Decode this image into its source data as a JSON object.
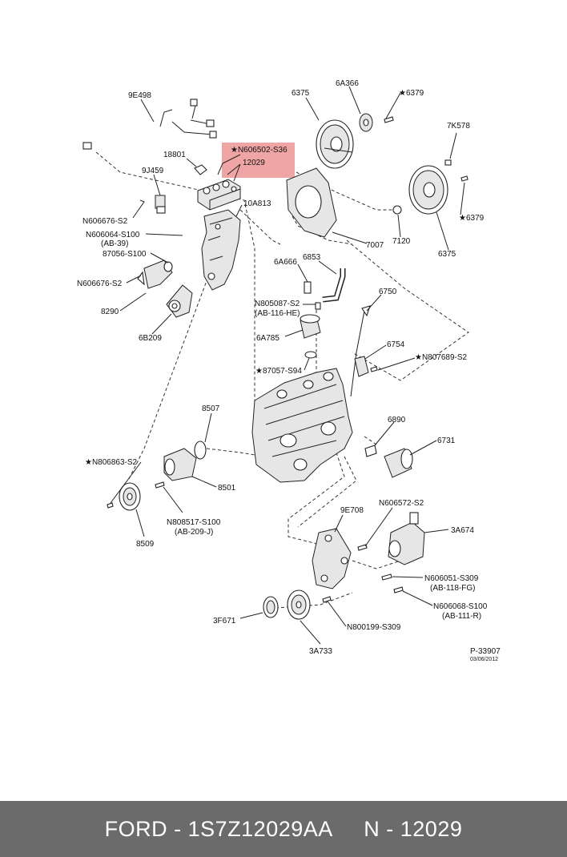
{
  "diagram": {
    "labels": {
      "p9E498": "9E498",
      "p18801": "18801",
      "p9J459": "9J459",
      "pN606676_S2_a": "N606676-S2",
      "pN606064": "N606064-S100",
      "pAB39": "(AB-39)",
      "p87056": "87056-S100",
      "pN606676_S2_b": "N606676-S2",
      "p8290": "8290",
      "p6B209": "6B209",
      "p10A813": "10A813",
      "pN606502": "★N606502-S36",
      "p12029": "12029",
      "p6375_a": "6375",
      "p6A366": "6A366",
      "p6379_a": "★6379",
      "p7K578": "7K578",
      "p6379_b": "★6379",
      "p7007": "7007",
      "p7120": "7120",
      "p6375_b": "6375",
      "p6A666": "6A666",
      "p6853": "6853",
      "pN805087": "N805087-S2",
      "pAB116": "(AB-116-HE)",
      "p6A785": "6A785",
      "p87057": "★87057-S94",
      "p6750": "6750",
      "p6754": "6754",
      "pN807689": "★N807689-S2",
      "p8507": "8507",
      "pN806863": "★N806863-S2",
      "p8501": "8501",
      "pN808517": "N808517-S100",
      "pAB209": "(AB-209-J)",
      "p8509": "8509",
      "p6890": "6890",
      "p6731": "6731",
      "p9E708": "9E708",
      "pN606572": "N606572-S2",
      "p3A674": "3A674",
      "pN606051": "N606051-S309",
      "pAB118": "(AB-118-FG)",
      "pN606068": "N606068-S100",
      "pAB111": "(AB-111-R)",
      "p3F671": "3F671",
      "pN800199": "N800199-S309",
      "p3A733": "3A733",
      "pP33907": "P-33907",
      "pDate": "03/06/2012"
    },
    "highlight_color": "#f0a5a5"
  },
  "footer": {
    "text": "FORD - 1S7Z12029AA     N - 12029"
  },
  "colors": {
    "footer_bg": "#6b6b6b",
    "footer_text": "#ffffff"
  }
}
